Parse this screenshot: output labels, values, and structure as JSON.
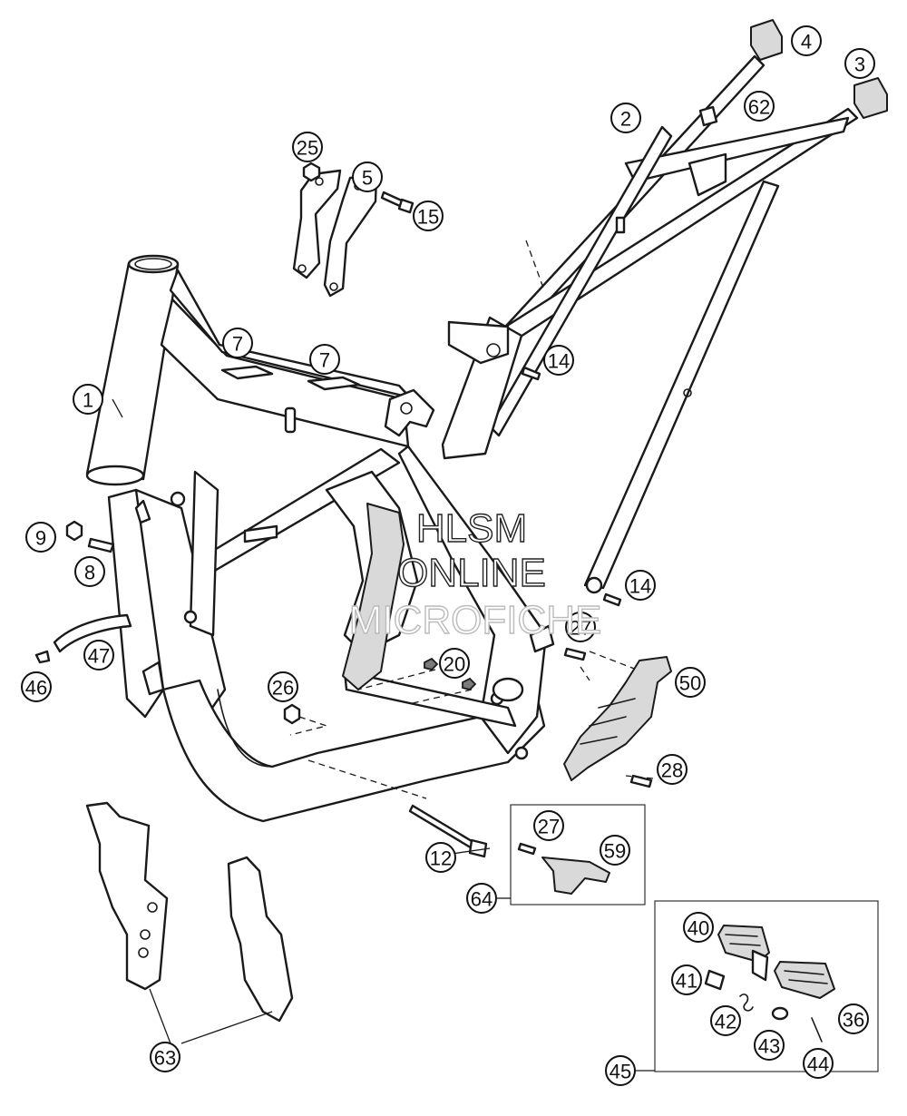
{
  "watermark": {
    "line1": "HLSM",
    "line2": "ONLINE",
    "line3": "MICROFICHE"
  },
  "callouts": {
    "c1": "1",
    "c2": "2",
    "c3": "3",
    "c4": "4",
    "c5": "5",
    "c7a": "7",
    "c7b": "7",
    "c8": "8",
    "c9": "9",
    "c12": "12",
    "c14a": "14",
    "c14b": "14",
    "c15": "15",
    "c20": "20",
    "c25": "25",
    "c26": "26",
    "c27a": "27",
    "c27b": "27",
    "c28": "28",
    "c36": "36",
    "c40": "40",
    "c41": "41",
    "c42": "42",
    "c43": "43",
    "c44": "44",
    "c45": "45",
    "c46": "46",
    "c47": "47",
    "c50": "50",
    "c59": "59",
    "c62": "62",
    "c63": "63",
    "c64": "64"
  }
}
